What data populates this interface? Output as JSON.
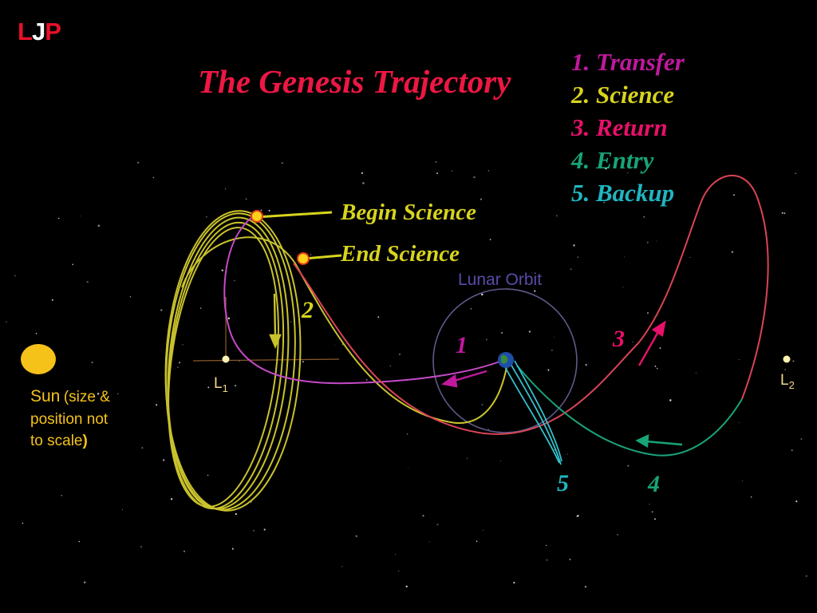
{
  "logo": {
    "text": "LJP",
    "colors": {
      "red": "#e8102a",
      "white": "#ffffff"
    }
  },
  "title": "The Genesis Trajectory",
  "legend": [
    {
      "label": "1. Transfer",
      "color": "#c0199e"
    },
    {
      "label": "2. Science",
      "color": "#d8d41e"
    },
    {
      "label": "3. Return",
      "color": "#e8106a"
    },
    {
      "label": "4. Entry",
      "color": "#18a478"
    },
    {
      "label": "5. Backup",
      "color": "#1fb6c2"
    }
  ],
  "labels": {
    "begin_science": "Begin Science",
    "end_science": "End Science",
    "lunar_orbit": "Lunar Orbit",
    "l1_main": "L",
    "l1_sub": "1",
    "l2_main": "L",
    "l2_sub": "2",
    "sun_name": "Sun",
    "sun_note_1": "(size &",
    "sun_note_2": "position not",
    "sun_note_3": "to scale",
    "sun_note_paren": ")"
  },
  "segment_numbers": [
    "1",
    "2",
    "3",
    "4",
    "5"
  ],
  "colors": {
    "transfer": "#c64ac8",
    "science": "#c9c22c",
    "return": "#d94455",
    "entry": "#1aa27a",
    "backup": "#33c1cc",
    "sun": "#f5c21a",
    "lunar_orbit": "#5e5a8a",
    "lunar_orbit_label": "#5a4aa8",
    "marker": "#ffd21a",
    "marker_ring": "#e23a1a"
  }
}
